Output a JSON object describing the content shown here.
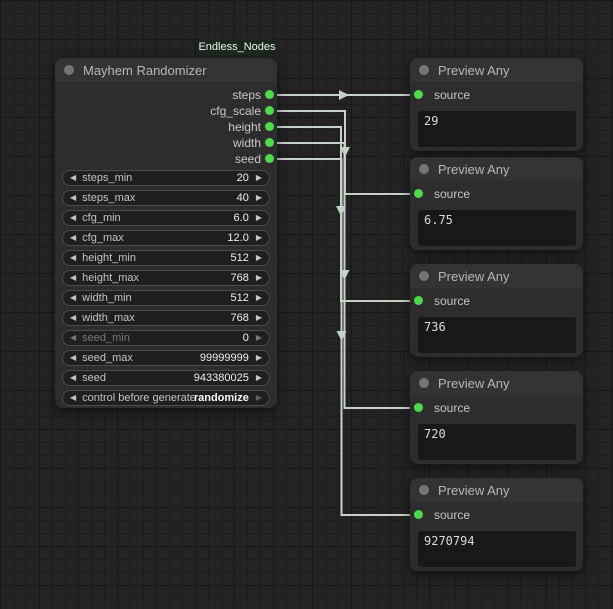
{
  "badge": {
    "label": "Endless_Nodes"
  },
  "icons": {
    "left_arrow": "◀",
    "right_arrow": "▶"
  },
  "colors": {
    "slot_green": "#4cd94c",
    "wire": "#c6d2c6",
    "node_bg": "#2d2d2d",
    "header_bg": "#333333",
    "widget_bg": "#1f1f1f",
    "canvas_bg": "#232323"
  },
  "mayhem_node": {
    "title": "Mayhem Randomizer",
    "outputs": [
      {
        "name": "steps"
      },
      {
        "name": "cfg_scale"
      },
      {
        "name": "height"
      },
      {
        "name": "width"
      },
      {
        "name": "seed"
      }
    ],
    "widgets": [
      {
        "label": "steps_min",
        "value": "20"
      },
      {
        "label": "steps_max",
        "value": "40"
      },
      {
        "label": "cfg_min",
        "value": "6.0"
      },
      {
        "label": "cfg_max",
        "value": "12.0"
      },
      {
        "label": "height_min",
        "value": "512"
      },
      {
        "label": "height_max",
        "value": "768"
      },
      {
        "label": "width_min",
        "value": "512"
      },
      {
        "label": "width_max",
        "value": "768"
      },
      {
        "label": "seed_min",
        "value": "0",
        "disabled": true
      },
      {
        "label": "seed_max",
        "value": "99999999"
      },
      {
        "label": "seed",
        "value": "943380025"
      },
      {
        "label": "control before generate",
        "value": "randomize"
      }
    ]
  },
  "preview_nodes": [
    {
      "title": "Preview Any",
      "input": "source",
      "value": "29"
    },
    {
      "title": "Preview Any",
      "input": "source",
      "value": "6.75"
    },
    {
      "title": "Preview Any",
      "input": "source",
      "value": "736"
    },
    {
      "title": "Preview Any",
      "input": "source",
      "value": "720"
    },
    {
      "title": "Preview Any",
      "input": "source",
      "value": "9270794"
    }
  ]
}
